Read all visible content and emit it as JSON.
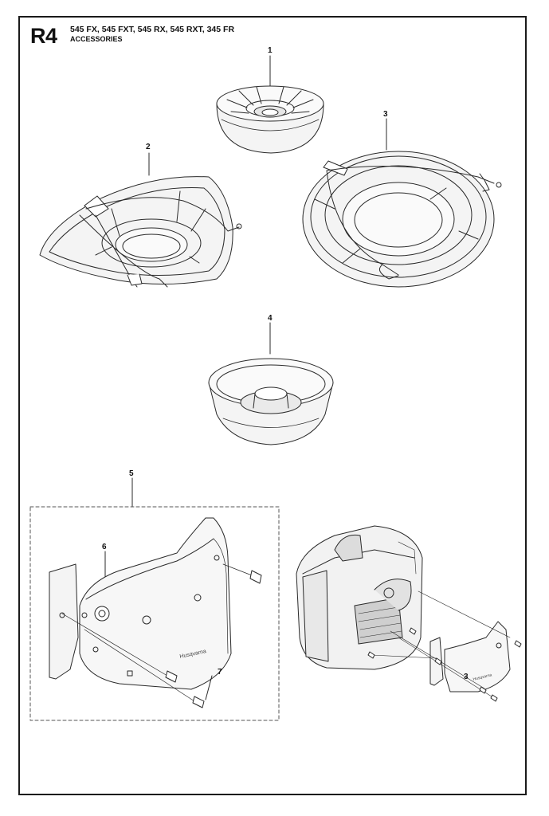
{
  "header": {
    "code": "R4",
    "models": "545 FX, 545 FXT, 545 RX, 545 RXT, 345 FR",
    "subtitle": "ACCESSORIES"
  },
  "callouts": [
    "1",
    "2",
    "3",
    "4",
    "5",
    "6",
    "7",
    "3"
  ],
  "cover_label": "Husqvarna",
  "colors": {
    "line": "#2a2a2a",
    "fill": "#f4f4f4",
    "frame": "#1a1a1a"
  }
}
